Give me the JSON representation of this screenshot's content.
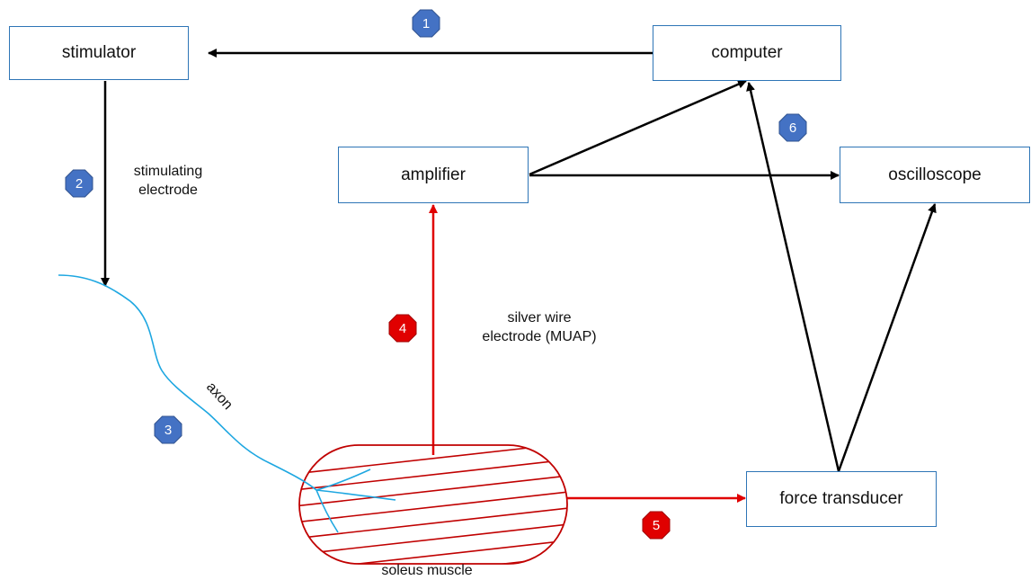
{
  "boxes": {
    "stimulator": "stimulator",
    "computer": "computer",
    "amplifier": "amplifier",
    "oscilloscope": "oscilloscope",
    "force_transducer": "force transducer"
  },
  "labels": {
    "stim_electrode_line1": "stimulating",
    "stim_electrode_line2": "electrode",
    "silver_wire_line1": "silver wire",
    "silver_wire_line2": "electrode (MUAP)",
    "axon": "axon",
    "soleus_muscle": "soleus muscle"
  },
  "badges": {
    "b1": "1",
    "b2": "2",
    "b3": "3",
    "b4": "4",
    "b5": "5",
    "b6": "6"
  },
  "colors": {
    "box_border": "#2e75b6",
    "blue_badge": "#4472c4",
    "red_badge": "#e00000",
    "red_signal": "#e00000",
    "axon": "#1ea7e1",
    "muscle": "#c00000",
    "arrow": "#000000"
  }
}
